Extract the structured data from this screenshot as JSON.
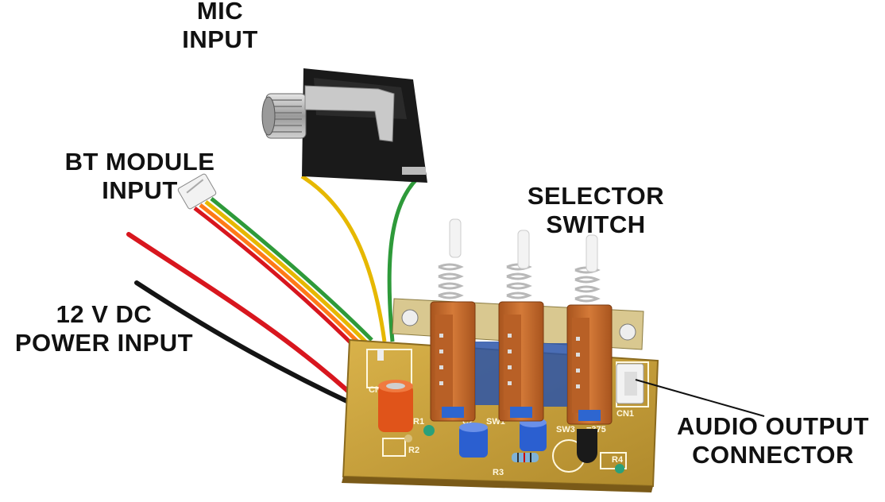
{
  "labels": {
    "mic": [
      "MIC",
      "INPUT"
    ],
    "bt": [
      "BT MODULE",
      "INPUT"
    ],
    "selector": [
      "SELECTOR",
      "SWITCH"
    ],
    "power": [
      "12 V DC",
      "POWER INPUT"
    ],
    "audio": [
      "AUDIO OUTPUT",
      "CONNECTOR"
    ]
  },
  "board_text": {
    "cn2": "CN2",
    "cn1": "CN1",
    "r1": "R1",
    "r2": "R2",
    "r3": "R3",
    "r4": "R4",
    "c2": "C2",
    "sw1": "SW1",
    "sw3": "SW3",
    "part_no": "=375"
  },
  "colors": {
    "pcb": "#c8a23c",
    "pcb_dark": "#8a6a1e",
    "switch_body": "#c46a2a",
    "wire_red": "#d8161e",
    "wire_black": "#141414",
    "wire_yellow": "#e6b800",
    "wire_green": "#2e9a3a",
    "jack_black": "#1a1a1a",
    "capacitor_orange": "#e0541a",
    "capacitor_blue": "#2b5fd0"
  }
}
